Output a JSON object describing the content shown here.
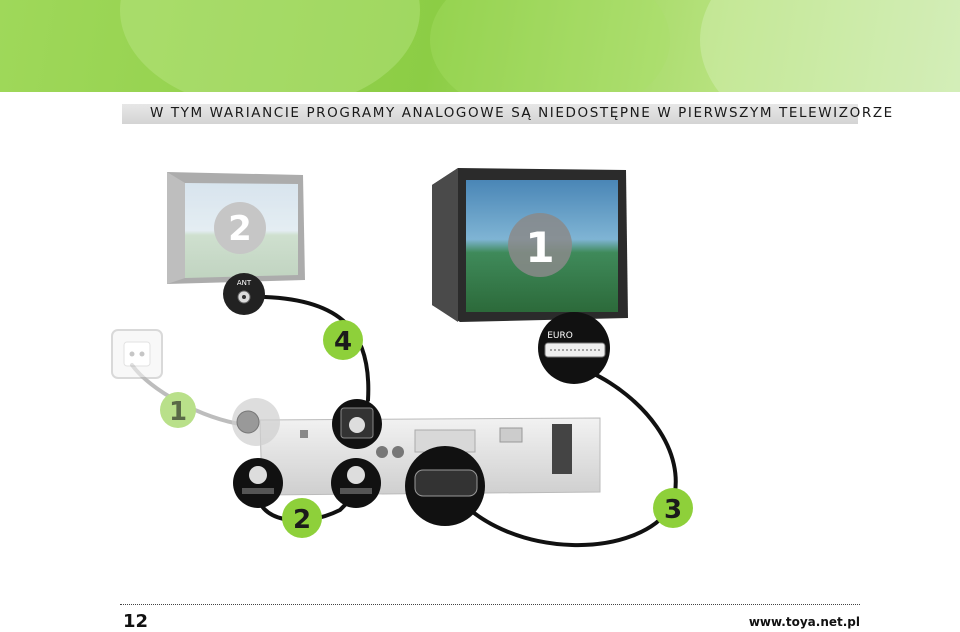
{
  "header": {
    "title": "W TYM WARIANCIE PROGRAMY ANALOGOWE SĄ NIEDOSTĘPNE W PIERWSZYM TELEWIZORZE",
    "banner_color": "#8ccd45"
  },
  "diagram": {
    "tv1_number": "1",
    "tv2_number": "2",
    "ant_label": "ANT",
    "euro_label": "EURO",
    "connector_numbers": {
      "c1": "1",
      "c2": "2",
      "c3": "3",
      "c4": "4"
    },
    "badge_color": "#8ed03a",
    "cable_color": "#111111"
  },
  "footer": {
    "page_number": "12",
    "url": "www.toya.net.pl"
  }
}
